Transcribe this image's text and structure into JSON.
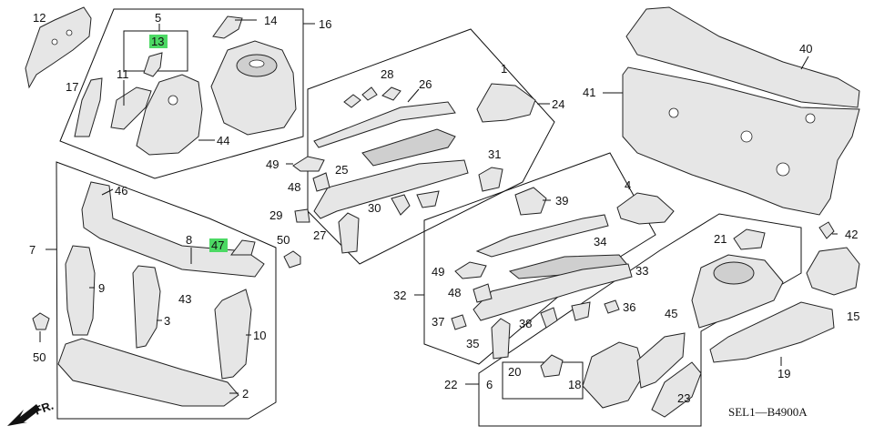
{
  "callouts": [
    {
      "id": "12",
      "highlight": false
    },
    {
      "id": "5",
      "highlight": false
    },
    {
      "id": "13",
      "highlight": true
    },
    {
      "id": "14",
      "highlight": false
    },
    {
      "id": "16",
      "highlight": false
    },
    {
      "id": "11",
      "highlight": false
    },
    {
      "id": "17",
      "highlight": false
    },
    {
      "id": "44",
      "highlight": false
    },
    {
      "id": "28",
      "highlight": false
    },
    {
      "id": "26",
      "highlight": false
    },
    {
      "id": "1",
      "highlight": false
    },
    {
      "id": "24",
      "highlight": false
    },
    {
      "id": "41",
      "highlight": false
    },
    {
      "id": "40",
      "highlight": false
    },
    {
      "id": "49",
      "highlight": false
    },
    {
      "id": "25",
      "highlight": false
    },
    {
      "id": "31",
      "highlight": false
    },
    {
      "id": "48",
      "highlight": false
    },
    {
      "id": "46",
      "highlight": false
    },
    {
      "id": "29",
      "highlight": false
    },
    {
      "id": "30",
      "highlight": false
    },
    {
      "id": "39",
      "highlight": false
    },
    {
      "id": "4",
      "highlight": false
    },
    {
      "id": "27",
      "highlight": false
    },
    {
      "id": "7",
      "highlight": false
    },
    {
      "id": "8",
      "highlight": false
    },
    {
      "id": "47",
      "highlight": true
    },
    {
      "id": "50",
      "highlight": false
    },
    {
      "id": "34",
      "highlight": false
    },
    {
      "id": "21",
      "highlight": false
    },
    {
      "id": "42",
      "highlight": false
    },
    {
      "id": "9",
      "highlight": false
    },
    {
      "id": "43",
      "highlight": false
    },
    {
      "id": "49",
      "highlight": false
    },
    {
      "id": "33",
      "highlight": false
    },
    {
      "id": "32",
      "highlight": false
    },
    {
      "id": "48",
      "highlight": false
    },
    {
      "id": "36",
      "highlight": false
    },
    {
      "id": "15",
      "highlight": false
    },
    {
      "id": "3",
      "highlight": false
    },
    {
      "id": "10",
      "highlight": false
    },
    {
      "id": "37",
      "highlight": false
    },
    {
      "id": "38",
      "highlight": false
    },
    {
      "id": "45",
      "highlight": false
    },
    {
      "id": "50",
      "highlight": false
    },
    {
      "id": "35",
      "highlight": false
    },
    {
      "id": "19",
      "highlight": false
    },
    {
      "id": "20",
      "highlight": false
    },
    {
      "id": "22",
      "highlight": false
    },
    {
      "id": "6",
      "highlight": false
    },
    {
      "id": "18",
      "highlight": false
    },
    {
      "id": "2",
      "highlight": false
    },
    {
      "id": "23",
      "highlight": false
    }
  ],
  "front_marker": "FR.",
  "diagram_code": "SEL1—B4900A",
  "colors": {
    "highlight": "#4cd964",
    "line": "#111111",
    "part_fill": "#e6e6e6"
  }
}
